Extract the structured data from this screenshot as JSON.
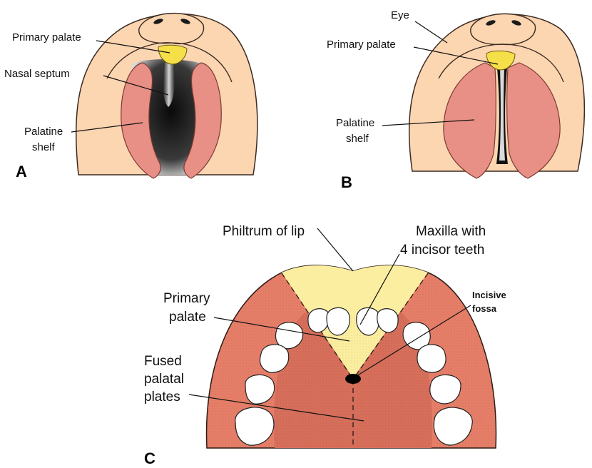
{
  "panel_a": {
    "letter": "A",
    "labels": {
      "primary_palate": "Primary palate",
      "nasal_septum": "Nasal septum",
      "palatine_shelf_1": "Palatine",
      "palatine_shelf_2": "shelf"
    }
  },
  "panel_b": {
    "letter": "B",
    "labels": {
      "eye": "Eye",
      "primary_palate": "Primary palate",
      "palatine_shelf_1": "Palatine",
      "palatine_shelf_2": "shelf"
    }
  },
  "panel_c": {
    "letter": "C",
    "labels": {
      "philtrum": "Philtrum of lip",
      "maxilla_1": "Maxilla with",
      "maxilla_2": "4 incisor teeth",
      "incisive_1": "Incisive",
      "incisive_2": "fossa",
      "primary_palate_1": "Primary",
      "primary_palate_2": "palate",
      "fused_1": "Fused",
      "fused_2": "palatal",
      "fused_3": "plates"
    }
  },
  "colors": {
    "skin": "#fcd5b1",
    "skin_outline": "#3a2a20",
    "shelf": "#e88f86",
    "palate_red": "#e8806a",
    "primary_palate_yellow": "#fbeea0",
    "cavity": "#1a1a1a",
    "tooth": "#ffffff"
  }
}
